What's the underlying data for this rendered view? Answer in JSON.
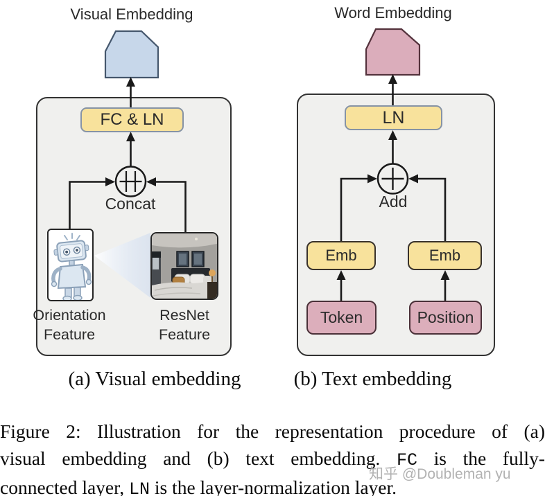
{
  "figure": {
    "panel_a": {
      "output_label": "Visual Embedding",
      "fc_ln_box": "FC & LN",
      "op_label": "Concat",
      "input_left_label": "Orientation\nFeature",
      "input_right_label": "ResNet\nFeature",
      "subcaption": "(a) Visual embedding"
    },
    "panel_b": {
      "output_label": "Word Embedding",
      "ln_box": "LN",
      "op_label": "Add",
      "emb_left": "Emb",
      "emb_right": "Emb",
      "input_left": "Token",
      "input_right": "Position",
      "subcaption": "(b) Text embedding"
    },
    "caption": {
      "line1": "Figure 2: Illustration for the representation procedure of (a)",
      "line2_part1": "visual embedding and (b) text embedding. ",
      "line2_code": "FC",
      "line2_part2": " is the fully-",
      "line3_part1": "connected layer, ",
      "line3_code": "LN",
      "line3_part2": " is the layer-normalization layer."
    },
    "watermark": "知乎 @Doubleman yu",
    "colors": {
      "yellow_fill": "#f8e29c",
      "yellow_border_soft": "#8693a5",
      "dark_border": "#39322b",
      "pink_fill": "#dcaebb",
      "blue_pentagon_fill": "#c7d7ea",
      "blue_pentagon_border": "#45576d",
      "pink_pentagon_fill": "#dbadbb",
      "pink_pentagon_border": "#54323c",
      "panel_bg": "#f0f0ee",
      "panel_border": "#323232",
      "line_color": "#1a1a1a"
    }
  }
}
